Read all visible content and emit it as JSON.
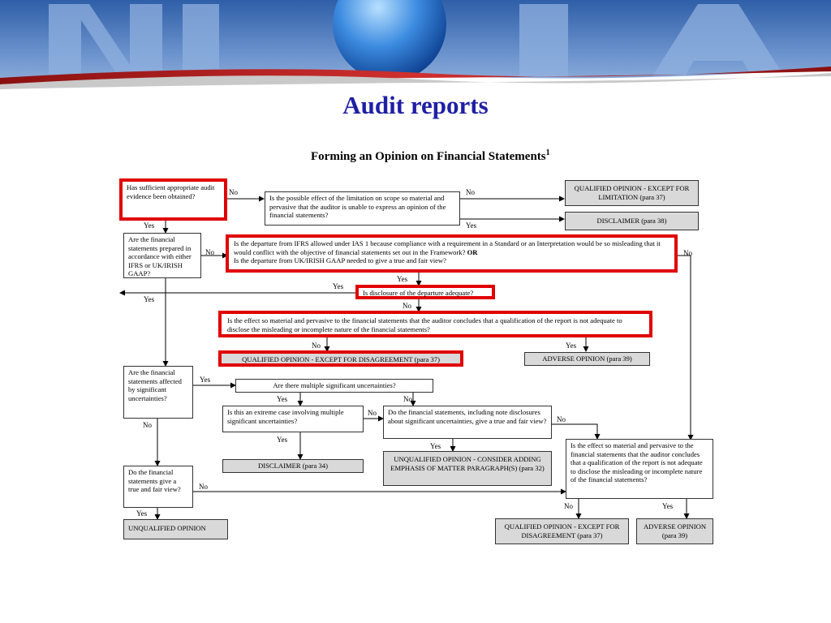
{
  "slide_title": "Audit reports",
  "chart_title": "Forming an Opinion on Financial Statements",
  "chart_title_footnote": "1",
  "colors": {
    "title": "#1f1fa6",
    "highlight": "#e00000",
    "outcome_fill": "#d9d9d9"
  },
  "nodes": {
    "q_sufficient_evidence": "Has sufficient appropriate audit evidence been obtained?",
    "q_limitation_effect": "Is the possible effect of the limitation on scope so material and pervasive that the auditor is unable to express an opinion of the financial statements?",
    "o_qualified_limitation": "QUALIFIED OPINION - EXCEPT FOR LIMITATION (para 37)",
    "o_disclaimer_38": "DISCLAIMER (para 38)",
    "q_prepared_ifrs": "Are the financial statements prepared in accordance with either IFRS or UK/IRISH GAAP?",
    "q_departure_allowed": "Is the departure from IFRS allowed under IAS 1 because compliance with a requirement in a Standard or an Interpretation would be so misleading that it would conflict with the objective of financial statements set out in the Framework?",
    "q_departure_or": "OR",
    "q_departure_gaap": "Is the departure from UK/IRISH GAAP needed to give a true and fair view?",
    "q_disclosure_adequate": "Is disclosure of the departure adequate?",
    "q_effect_disclose": "Is the effect so material and pervasive to the financial statements that the auditor concludes that a qualification of the report is not adequate to disclose the misleading or incomplete nature of the financial statements?",
    "o_qualified_disagreement_37": "QUALIFIED OPINION - EXCEPT FOR DISAGREEMENT (para 37)",
    "o_adverse_39": "ADVERSE OPINION (para 39)",
    "q_uncertainties": "Are the financial statements affected by significant uncertainties?",
    "q_multiple_uncertainties": "Are there multiple significant uncertainties?",
    "q_extreme_case": "Is this an extreme case involving multiple significant uncertainties?",
    "q_note_disclosures": "Do the financial statements, including note disclosures about significant uncertainties, give a true and fair view?",
    "o_disclaimer_34": "DISCLAIMER (para 34)",
    "o_unqualified_emphasis": "UNQUALIFIED OPINION - CONSIDER ADDING EMPHASIS OF MATTER PARAGRAPH(S) (para 32)",
    "q_true_fair": "Do the financial statements give a true and fair view?",
    "o_unqualified": "UNQUALIFIED OPINION",
    "q_effect_material_final": "Is the effect so material and pervasive to the financial statements that the auditor concludes that a qualification of the report is not adequate to disclose the misleading or incomplete nature of the financial statements?",
    "o_qualified_disagreement_final": "QUALIFIED OPINION - EXCEPT FOR DISAGREEMENT (para 37)",
    "o_adverse_final": "ADVERSE OPINION (para 39)"
  },
  "edge_labels": {
    "yes": "Yes",
    "no": "No"
  }
}
